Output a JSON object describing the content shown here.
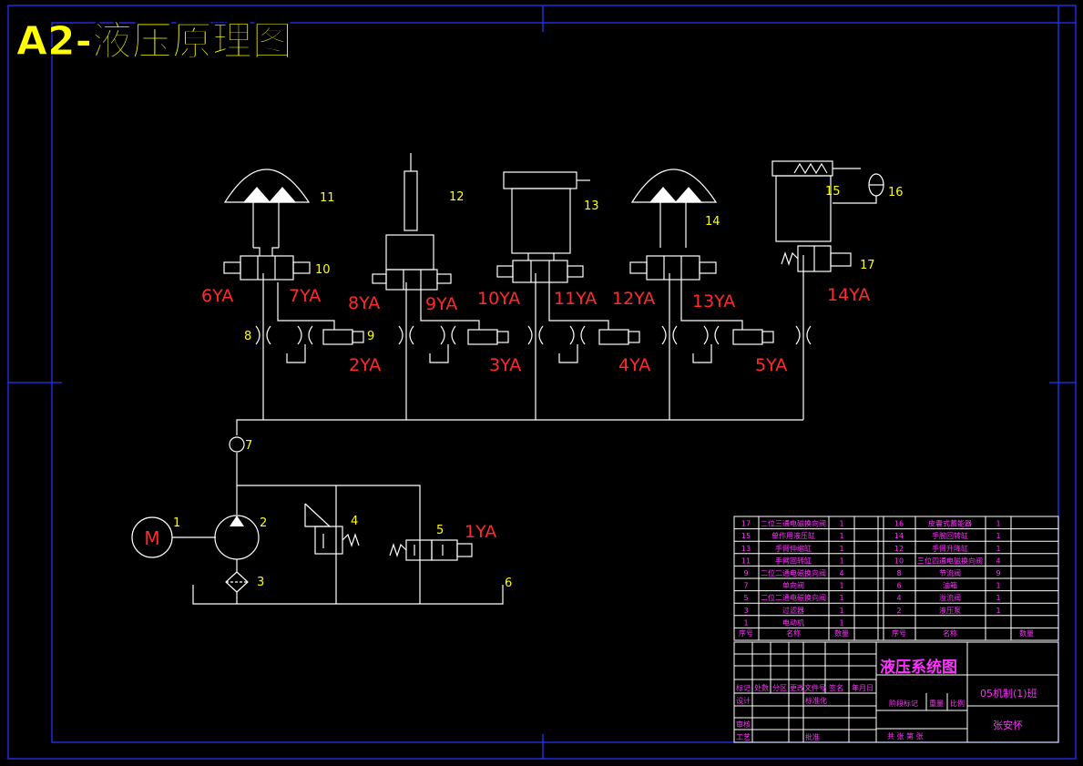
{
  "title": "A2-液压原理图",
  "colors": {
    "title": "#ffff00",
    "label_num": "#ffff00",
    "solenoid": "#ff2a2a",
    "frame": "#2233ff",
    "line": "#ffffff",
    "table_text": "#ff33ff"
  },
  "components": {
    "motor_symbol": "M",
    "num_1": "1",
    "num_2": "2",
    "num_3": "3",
    "num_4": "4",
    "num_5": "5",
    "num_6": "6",
    "num_7": "7",
    "num_8": "8",
    "num_9": "9",
    "num_10": "10",
    "num_11": "11",
    "num_12": "12",
    "num_13": "13",
    "num_14": "14",
    "num_15": "15",
    "num_16": "16",
    "num_17": "17"
  },
  "solenoids": {
    "ya1": "1YA",
    "ya2": "2YA",
    "ya3": "3YA",
    "ya4": "4YA",
    "ya5": "5YA",
    "ya6": "6YA",
    "ya7": "7YA",
    "ya8": "8YA",
    "ya9": "9YA",
    "ya10": "10YA",
    "ya11": "11YA",
    "ya12": "12YA",
    "ya13": "13YA",
    "ya14": "14YA"
  },
  "parts_table": {
    "rows": [
      {
        "l_no": "17",
        "l_name": "二位三通电磁换向阀",
        "l_qty": "1",
        "r_no": "16",
        "r_name": "皮囊式蓄能器",
        "r_qty": "1"
      },
      {
        "l_no": "15",
        "l_name": "单作用液压缸",
        "l_qty": "1",
        "r_no": "14",
        "r_name": "手腕回转缸",
        "r_qty": "1"
      },
      {
        "l_no": "13",
        "l_name": "手臂伸缩缸",
        "l_qty": "1",
        "r_no": "12",
        "r_name": "手臂升降缸",
        "r_qty": "1"
      },
      {
        "l_no": "11",
        "l_name": "手臂回转缸",
        "l_qty": "1",
        "r_no": "10",
        "r_name": "三位四通电磁换向阀",
        "r_qty": "4"
      },
      {
        "l_no": "9",
        "l_name": "二位二通电磁换向阀",
        "l_qty": "4",
        "r_no": "8",
        "r_name": "节流阀",
        "r_qty": "9"
      },
      {
        "l_no": "7",
        "l_name": "单向阀",
        "l_qty": "1",
        "r_no": "6",
        "r_name": "油箱",
        "r_qty": "1"
      },
      {
        "l_no": "5",
        "l_name": "二位二通电磁换向阀",
        "l_qty": "1",
        "r_no": "4",
        "r_name": "溢流阀",
        "r_qty": "1"
      },
      {
        "l_no": "3",
        "l_name": "过滤器",
        "l_qty": "1",
        "r_no": "2",
        "r_name": "液压泵",
        "r_qty": "1"
      },
      {
        "l_no": "1",
        "l_name": "电动机",
        "l_qty": "1",
        "r_no": "",
        "r_name": "",
        "r_qty": ""
      }
    ],
    "header": {
      "no": "序号",
      "name": "名称",
      "qty": "数量"
    }
  },
  "title_block": {
    "drawing_name": "液压系统图",
    "class_name": "05机制(1)班",
    "author": "张安怀",
    "mark": "标记",
    "count": "处数",
    "zone": "分区",
    "change_doc": "更改文件号",
    "sign": "签名",
    "date": "年月日",
    "design": "设计",
    "standard": "标准化",
    "stage_mark": "阶段标记",
    "weight": "重量",
    "scale": "比例",
    "review": "审核",
    "process": "工艺",
    "approve": "批准",
    "sheets": "共  张 第  张"
  }
}
